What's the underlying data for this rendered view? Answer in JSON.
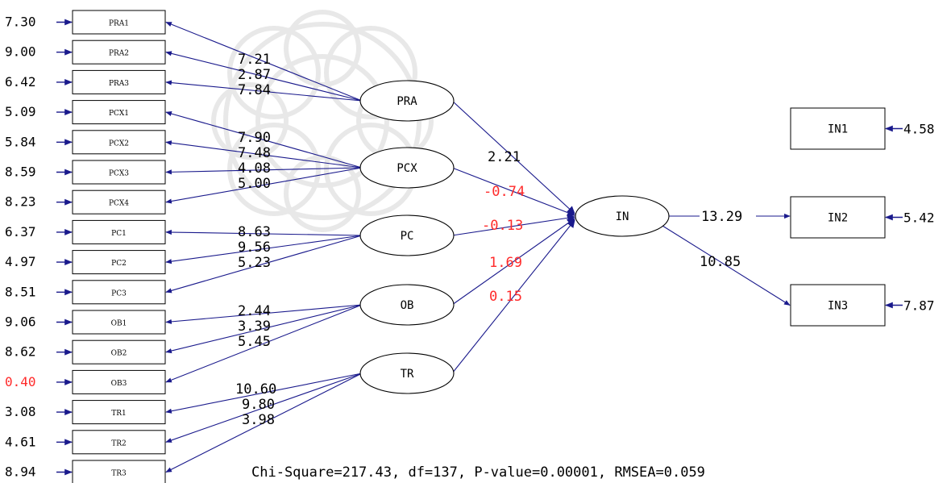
{
  "title": "",
  "error_variances": [
    {
      "indicator": "PRA1",
      "value": "7.30"
    },
    {
      "indicator": "PRA2",
      "value": "9.00"
    },
    {
      "indicator": "PRA3",
      "value": "6.42"
    },
    {
      "indicator": "PCX1",
      "value": "5.09"
    },
    {
      "indicator": "PCX2",
      "value": "5.84"
    },
    {
      "indicator": "PCX3",
      "value": "8.59"
    },
    {
      "indicator": "PCX4",
      "value": "8.23"
    },
    {
      "indicator": "PC1",
      "value": "6.37"
    },
    {
      "indicator": "PC2",
      "value": "4.97"
    },
    {
      "indicator": "PC3",
      "value": "8.51"
    },
    {
      "indicator": "OB1",
      "value": "9.06"
    },
    {
      "indicator": "OB2",
      "value": "8.62"
    },
    {
      "indicator": "OB3",
      "value": "0.40",
      "flag": "red"
    },
    {
      "indicator": "TR1",
      "value": "3.08"
    },
    {
      "indicator": "TR2",
      "value": "4.61"
    },
    {
      "indicator": "TR3",
      "value": "8.94"
    }
  ],
  "latent_variables": [
    "PRA",
    "PCX",
    "PC",
    "OB",
    "TR",
    "IN"
  ],
  "loadings": [
    {
      "latent": "PRA",
      "indicator": "PRA1",
      "value": "7.21"
    },
    {
      "latent": "PRA",
      "indicator": "PRA2",
      "value": "2.87"
    },
    {
      "latent": "PRA",
      "indicator": "PRA3",
      "value": "7.84"
    },
    {
      "latent": "PCX",
      "indicator": "PCX1",
      "value": "7.90"
    },
    {
      "latent": "PCX",
      "indicator": "PCX2",
      "value": "7.48"
    },
    {
      "latent": "PCX",
      "indicator": "PCX3",
      "value": "4.08"
    },
    {
      "latent": "PCX",
      "indicator": "PCX4",
      "value": "5.00"
    },
    {
      "latent": "PC",
      "indicator": "PC1",
      "value": "8.63"
    },
    {
      "latent": "PC",
      "indicator": "PC2",
      "value": "9.56"
    },
    {
      "latent": "PC",
      "indicator": "PC3",
      "value": "5.23"
    },
    {
      "latent": "OB",
      "indicator": "OB1",
      "value": "2.44"
    },
    {
      "latent": "OB",
      "indicator": "OB2",
      "value": "3.39"
    },
    {
      "latent": "OB",
      "indicator": "OB3",
      "value": "5.45"
    },
    {
      "latent": "TR",
      "indicator": "TR1",
      "value": "10.60"
    },
    {
      "latent": "TR",
      "indicator": "TR2",
      "value": "9.80"
    },
    {
      "latent": "TR",
      "indicator": "TR3",
      "value": "3.98"
    }
  ],
  "structural_paths": [
    {
      "from": "PRA",
      "to": "IN",
      "value": "2.21",
      "flag": "black"
    },
    {
      "from": "PCX",
      "to": "IN",
      "value": "-0.74",
      "flag": "red"
    },
    {
      "from": "PC",
      "to": "IN",
      "value": "-0.13",
      "flag": "red"
    },
    {
      "from": "OB",
      "to": "IN",
      "value": "1.69",
      "flag": "red"
    },
    {
      "from": "TR",
      "to": "IN",
      "value": "0.15",
      "flag": "red"
    }
  ],
  "outcome_loadings": [
    {
      "indicator": "IN2",
      "value": "13.29"
    },
    {
      "indicator": "IN3",
      "value": "10.85"
    }
  ],
  "outcome_indicators": [
    {
      "indicator": "IN1",
      "error": "4.58"
    },
    {
      "indicator": "IN2",
      "error": "5.42"
    },
    {
      "indicator": "IN3",
      "error": "7.87"
    }
  ],
  "fit_statistics": "Chi-Square=217.43, df=137, P-value=0.00001, RMSEA=0.059",
  "colors": {
    "line": "#1a1a8c",
    "text": "#000000",
    "flag_red": "#ff2a2a",
    "watermark": "#d9d9d9"
  }
}
